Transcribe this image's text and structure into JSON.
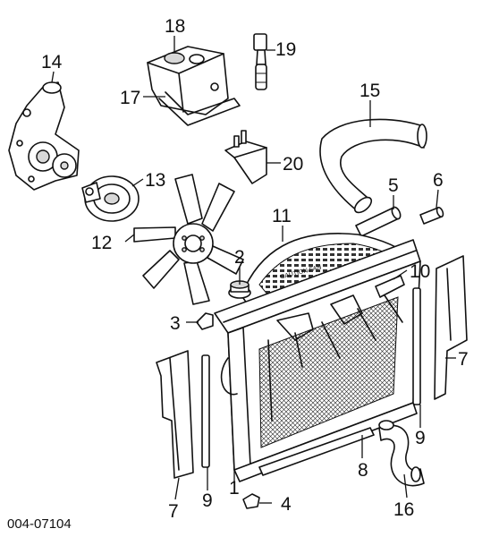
{
  "diagram": {
    "reference_code": "004-07104",
    "callouts": {
      "c1": "1",
      "c2": "2",
      "c3": "3",
      "c4": "4",
      "c5": "5",
      "c6": "6",
      "c7a": "7",
      "c7b": "7",
      "c8": "8",
      "c9a": "9",
      "c9b": "9",
      "c10": "10",
      "c11": "11",
      "c12": "12",
      "c13": "13",
      "c14": "14",
      "c15": "15",
      "c16": "16",
      "c17": "17",
      "c18": "18",
      "c19": "19",
      "c20": "20"
    },
    "shroud_stamp": "CAUTION FAN"
  }
}
